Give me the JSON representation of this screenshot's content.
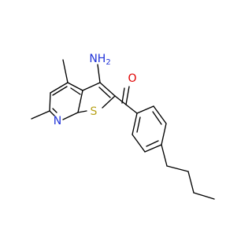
{
  "molecule": {
    "atoms": {
      "amino": "NH",
      "amino_subscript": "2",
      "oxygen": "O",
      "ring_nitrogen": "N",
      "sulfur": "S"
    },
    "colors": {
      "bond": "#000000",
      "nitrogen": "#1f32d8",
      "sulfur": "#b8a21a",
      "oxygen": "#e00000",
      "background": "#ffffff"
    }
  }
}
